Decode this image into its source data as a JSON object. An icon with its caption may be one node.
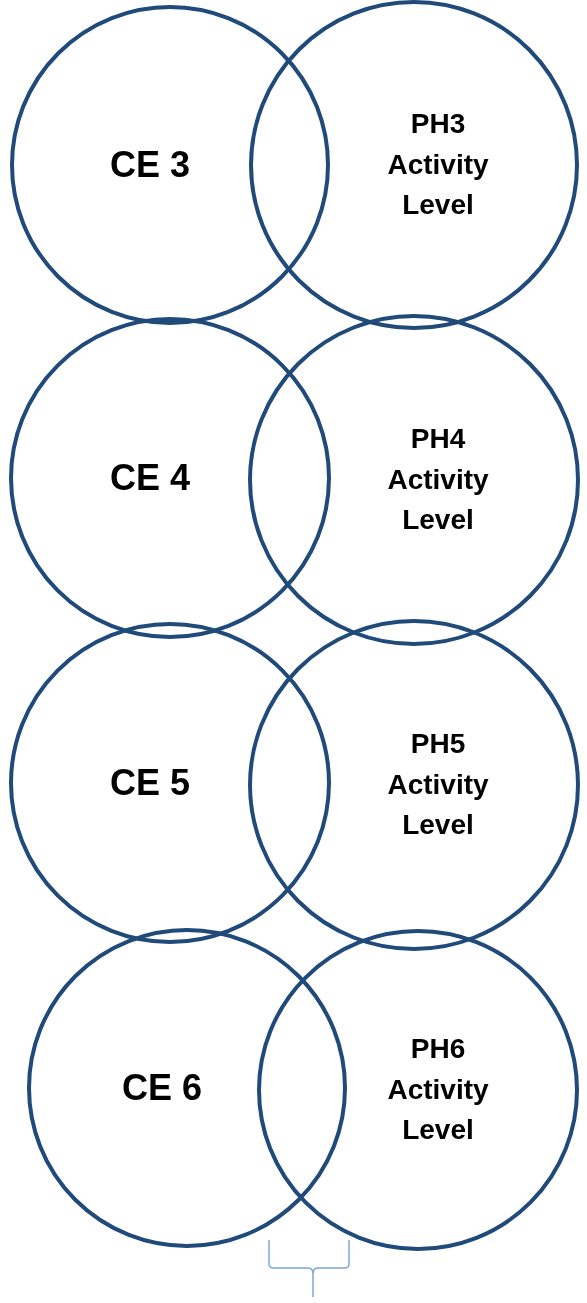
{
  "diagram": {
    "nodes": [
      {
        "text": [
          "CE 3"
        ]
      },
      {
        "text": [
          "PH3 Activity Level"
        ]
      },
      {
        "text": [
          "CE 4"
        ]
      },
      {
        "text": [
          "PH4 Activity Level"
        ]
      },
      {
        "text": [
          "CE 5"
        ]
      },
      {
        "text": [
          "PH5 Activity Level"
        ]
      },
      {
        "text": [
          "CE 6"
        ]
      },
      {
        "text": [
          "PH6 Activity Level"
        ]
      }
    ]
  }
}
